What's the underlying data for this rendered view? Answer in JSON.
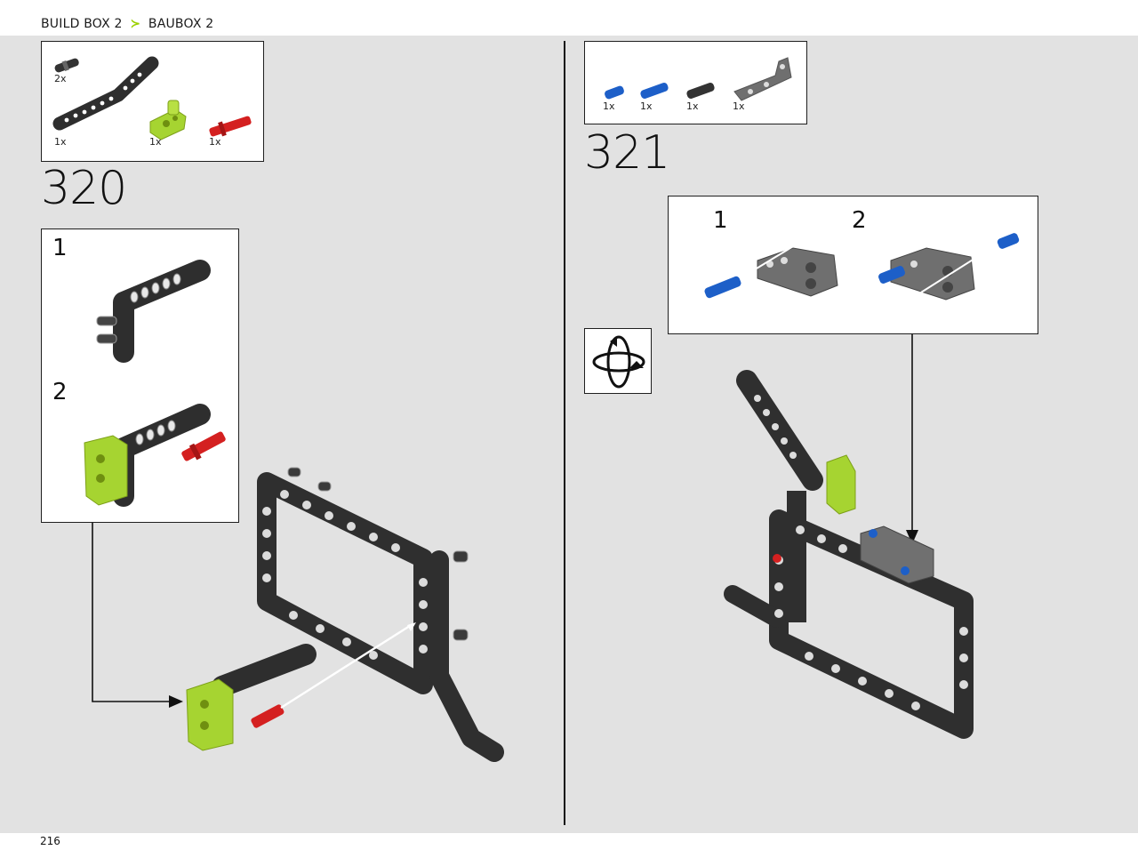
{
  "breadcrumb": {
    "part1": "BUILD BOX 2",
    "separator": "≻",
    "part2": "BAUBOX 2"
  },
  "page_number": "216",
  "step320": {
    "number": "320",
    "parts": [
      {
        "name": "black pin",
        "qty": "2x",
        "icon": "black-pin-icon"
      },
      {
        "name": "black bent beam",
        "qty": "1x",
        "icon": "bent-beam-icon"
      },
      {
        "name": "lime connector",
        "qty": "1x",
        "icon": "lime-connector-icon"
      },
      {
        "name": "red axle pin",
        "qty": "1x",
        "icon": "red-axle-pin-icon"
      }
    ],
    "substeps": [
      {
        "label": "1"
      },
      {
        "label": "2"
      }
    ]
  },
  "step321": {
    "number": "321",
    "parts": [
      {
        "name": "blue pin short",
        "qty": "1x",
        "icon": "blue-pin-icon"
      },
      {
        "name": "blue pin long",
        "qty": "1x",
        "icon": "blue-pin-long-icon"
      },
      {
        "name": "black pin",
        "qty": "1x",
        "icon": "black-pin-icon"
      },
      {
        "name": "grey angled beam",
        "qty": "1x",
        "icon": "grey-beam-icon"
      }
    ],
    "substeps": [
      {
        "label": "1"
      },
      {
        "label": "2"
      }
    ]
  },
  "colors": {
    "lime": "#a6d431",
    "black_brick": "#333333",
    "grey_brick": "#6f6f6f",
    "blue": "#1d5fc8",
    "red": "#d42020",
    "page_bg": "#e2e2e2"
  }
}
